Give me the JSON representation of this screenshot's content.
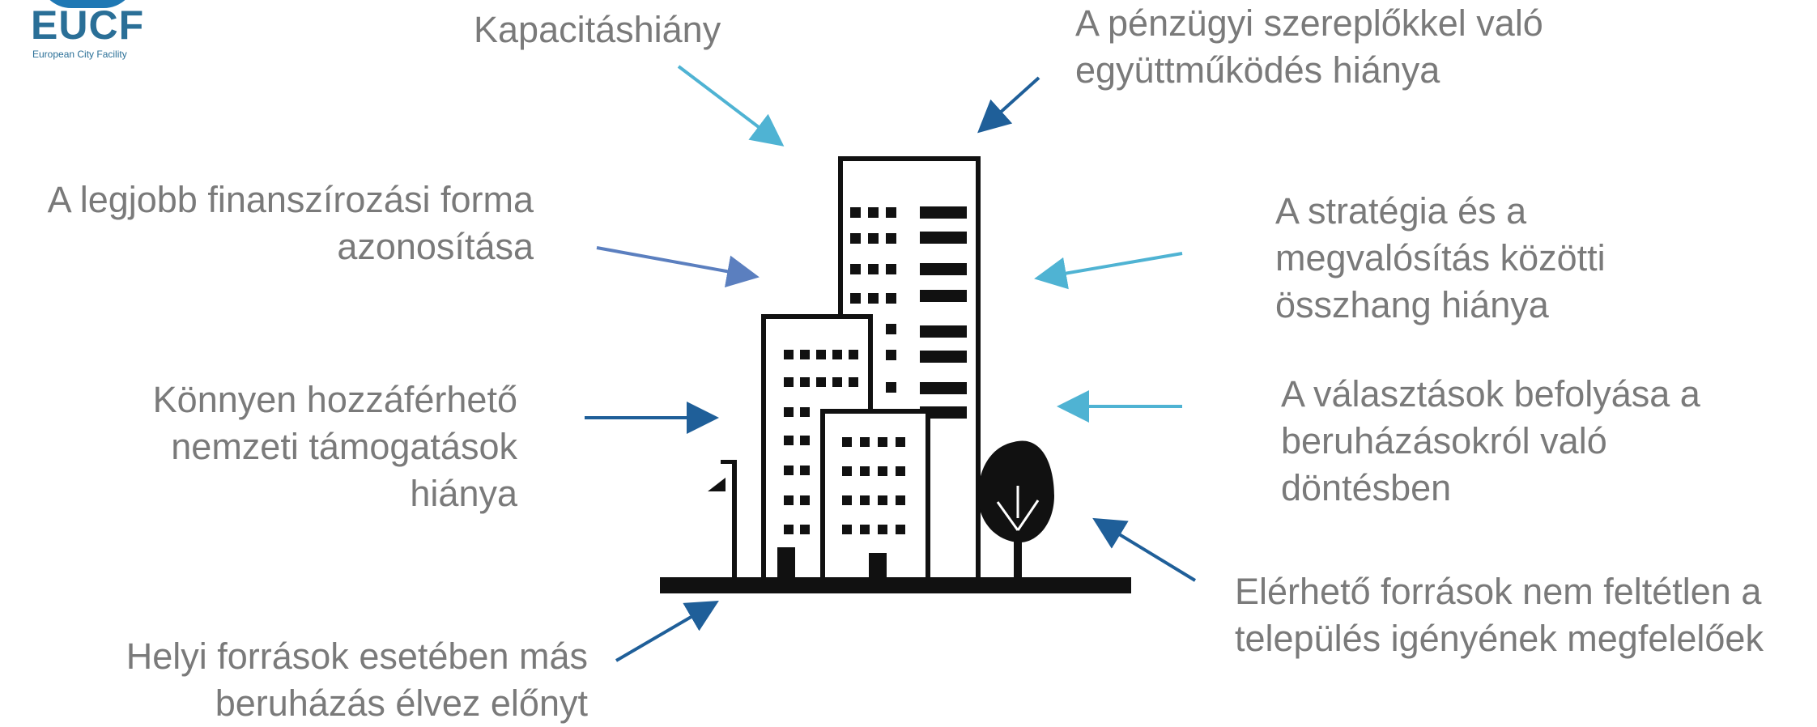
{
  "logo": {
    "name": "EUCF",
    "subtitle": "European City Facility"
  },
  "labels": {
    "top_center": "Kapacitáshiány",
    "top_right": "A pénzügyi szereplőkkel való\negyüttműködés hiánya",
    "left_upper": "A legjobb finanszírozási forma\nazonosítása",
    "right_upper": "A stratégia és a\nmegvalósítás közötti\nösszhang hiánya",
    "left_middle": "Könnyen hozzáférhető\nnemzeti támogatások\nhiánya",
    "right_middle": "A választások befolyása a\nberuházásokról való\ndöntésben",
    "right_lower": "Elérhető források nem feltétlen a\ntelepülés igényének megfelelőek",
    "left_lower": "Helyi források esetében más\nberuházás élvez előnyt"
  },
  "colors": {
    "text": "#7a7a7a",
    "arrow_light": "#4fb3d3",
    "arrow_mid": "#5b7fbf",
    "arrow_dark": "#1f5f99",
    "building": "#111111",
    "logo": "#2a6f97"
  }
}
